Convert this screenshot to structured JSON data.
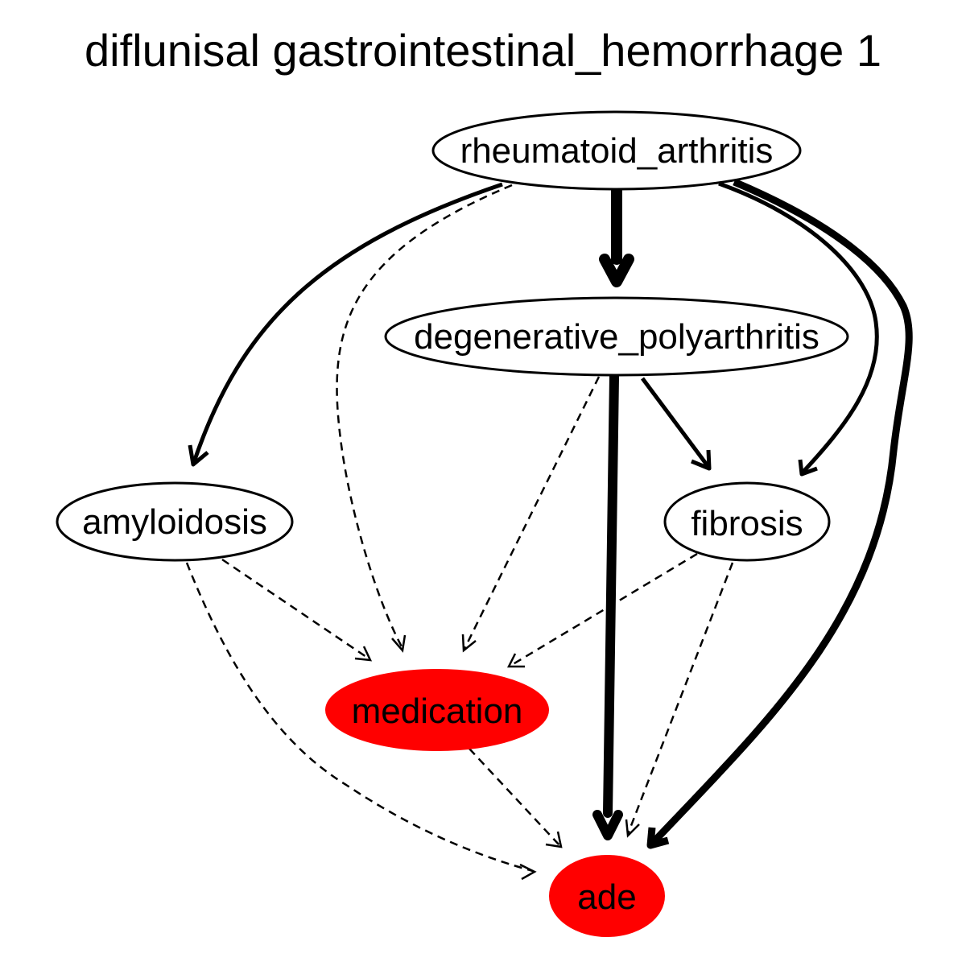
{
  "title": "diflunisal gastrointestinal_hemorrhage 1",
  "colors": {
    "background": "#ffffff",
    "edge": "#000000",
    "node_outline": "#000000",
    "highlight_fill": "#ff0000",
    "default_fill": "#ffffff"
  },
  "nodes": [
    {
      "id": "rheumatoid_arthritis",
      "label": "rheumatoid_arthritis",
      "highlighted": false
    },
    {
      "id": "degenerative_polyarthritis",
      "label": "degenerative_polyarthritis",
      "highlighted": false
    },
    {
      "id": "amyloidosis",
      "label": "amyloidosis",
      "highlighted": false
    },
    {
      "id": "fibrosis",
      "label": "fibrosis",
      "highlighted": false
    },
    {
      "id": "medication",
      "label": "medication",
      "highlighted": true
    },
    {
      "id": "ade",
      "label": "ade",
      "highlighted": true
    }
  ],
  "edges": [
    {
      "from": "rheumatoid_arthritis",
      "to": "degenerative_polyarthritis",
      "style": "solid",
      "weight": "heavy"
    },
    {
      "from": "rheumatoid_arthritis",
      "to": "amyloidosis",
      "style": "solid",
      "weight": "medium"
    },
    {
      "from": "rheumatoid_arthritis",
      "to": "medication",
      "style": "dashed",
      "weight": "thin"
    },
    {
      "from": "rheumatoid_arthritis",
      "to": "fibrosis",
      "style": "solid",
      "weight": "medium"
    },
    {
      "from": "rheumatoid_arthritis",
      "to": "ade",
      "style": "solid",
      "weight": "thick"
    },
    {
      "from": "degenerative_polyarthritis",
      "to": "medication",
      "style": "dashed",
      "weight": "thin"
    },
    {
      "from": "degenerative_polyarthritis",
      "to": "ade",
      "style": "solid",
      "weight": "heavy"
    },
    {
      "from": "degenerative_polyarthritis",
      "to": "fibrosis",
      "style": "solid",
      "weight": "medium"
    },
    {
      "from": "amyloidosis",
      "to": "medication",
      "style": "dashed",
      "weight": "thin"
    },
    {
      "from": "amyloidosis",
      "to": "ade",
      "style": "dashed",
      "weight": "thin"
    },
    {
      "from": "fibrosis",
      "to": "medication",
      "style": "dashed",
      "weight": "thin"
    },
    {
      "from": "fibrosis",
      "to": "ade",
      "style": "dashed",
      "weight": "thin"
    },
    {
      "from": "medication",
      "to": "ade",
      "style": "dashed",
      "weight": "thin"
    }
  ]
}
